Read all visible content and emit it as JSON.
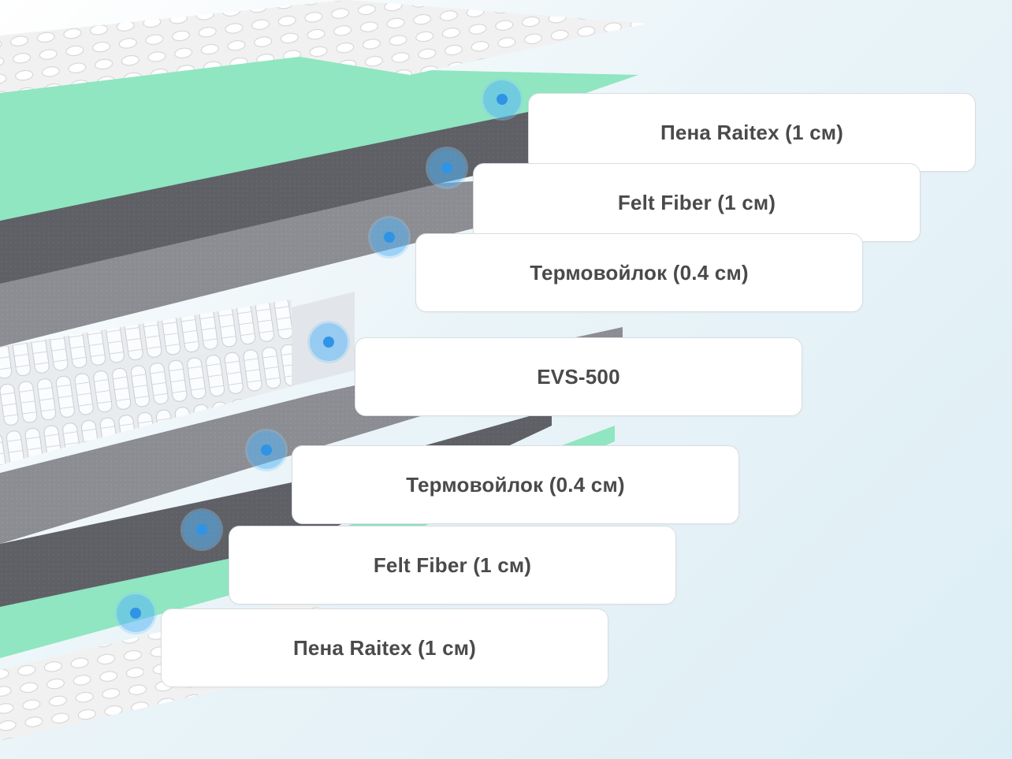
{
  "layers": [
    {
      "label": "Пена Raitex (1 см)"
    },
    {
      "label": "Felt Fiber (1 см)"
    },
    {
      "label": "Термовойлок (0.4 см)"
    },
    {
      "label": "EVS-500"
    },
    {
      "label": "Термовойлок (0.4 см)"
    },
    {
      "label": "Felt Fiber (1 см)"
    },
    {
      "label": "Пена Raitex (1 см)"
    }
  ],
  "colors": {
    "foam": "#8fe6c0",
    "felt": "#5e6066",
    "thermal": "#8b8d92",
    "springs": "#f2f4f6",
    "cover": "#ececec",
    "marker": "#2f94e6"
  }
}
